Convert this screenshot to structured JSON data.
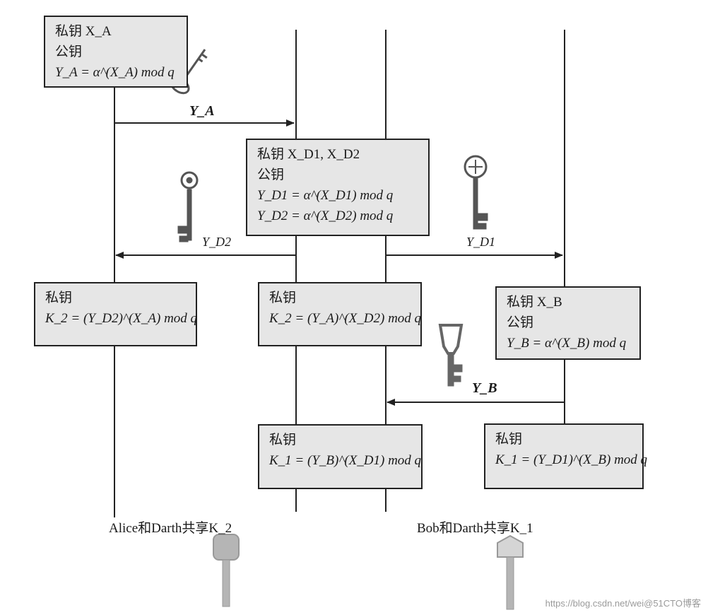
{
  "boxes": {
    "alice_keys": {
      "line1": "私钥 X_A",
      "line2": "公钥",
      "line3": "Y_A = α^(X_A) mod q"
    },
    "darth_keys": {
      "line1": "私钥 X_D1, X_D2",
      "line2": "公钥",
      "line3": "Y_D1 = α^(X_D1) mod q",
      "line4": "Y_D2 = α^(X_D2) mod q"
    },
    "alice_shared": {
      "line1": "私钥",
      "line2": "K_2 = (Y_D2)^(X_A) mod q"
    },
    "darth_k2": {
      "line1": "私钥",
      "line2": "K_2 = (Y_A)^(X_D2) mod q"
    },
    "bob_keys": {
      "line1": "私钥 X_B",
      "line2": "公钥",
      "line3": "Y_B = α^(X_B) mod q"
    },
    "darth_k1": {
      "line1": "私钥",
      "line2": "K_1 = (Y_B)^(X_D1) mod q"
    },
    "bob_shared": {
      "line1": "私钥",
      "line2": "K_1 = (Y_D1)^(X_B) mod q"
    }
  },
  "messages": {
    "ya": "Y_A",
    "yd2": "Y_D2",
    "yd1": "Y_D1",
    "yb": "Y_B"
  },
  "shares": {
    "alice_darth": "Alice和Darth共享K_2",
    "bob_darth": "Bob和Darth共享K_1"
  },
  "icons": [
    "key-icon",
    "ornate-key-icon",
    "skeleton-key-icon",
    "house-key-icon"
  ],
  "watermark": "https://blog.csdn.net/wei@51CTO博客",
  "colors": {
    "box_fill": "#e6e6e6",
    "stroke": "#222222",
    "icon": "#555555"
  }
}
